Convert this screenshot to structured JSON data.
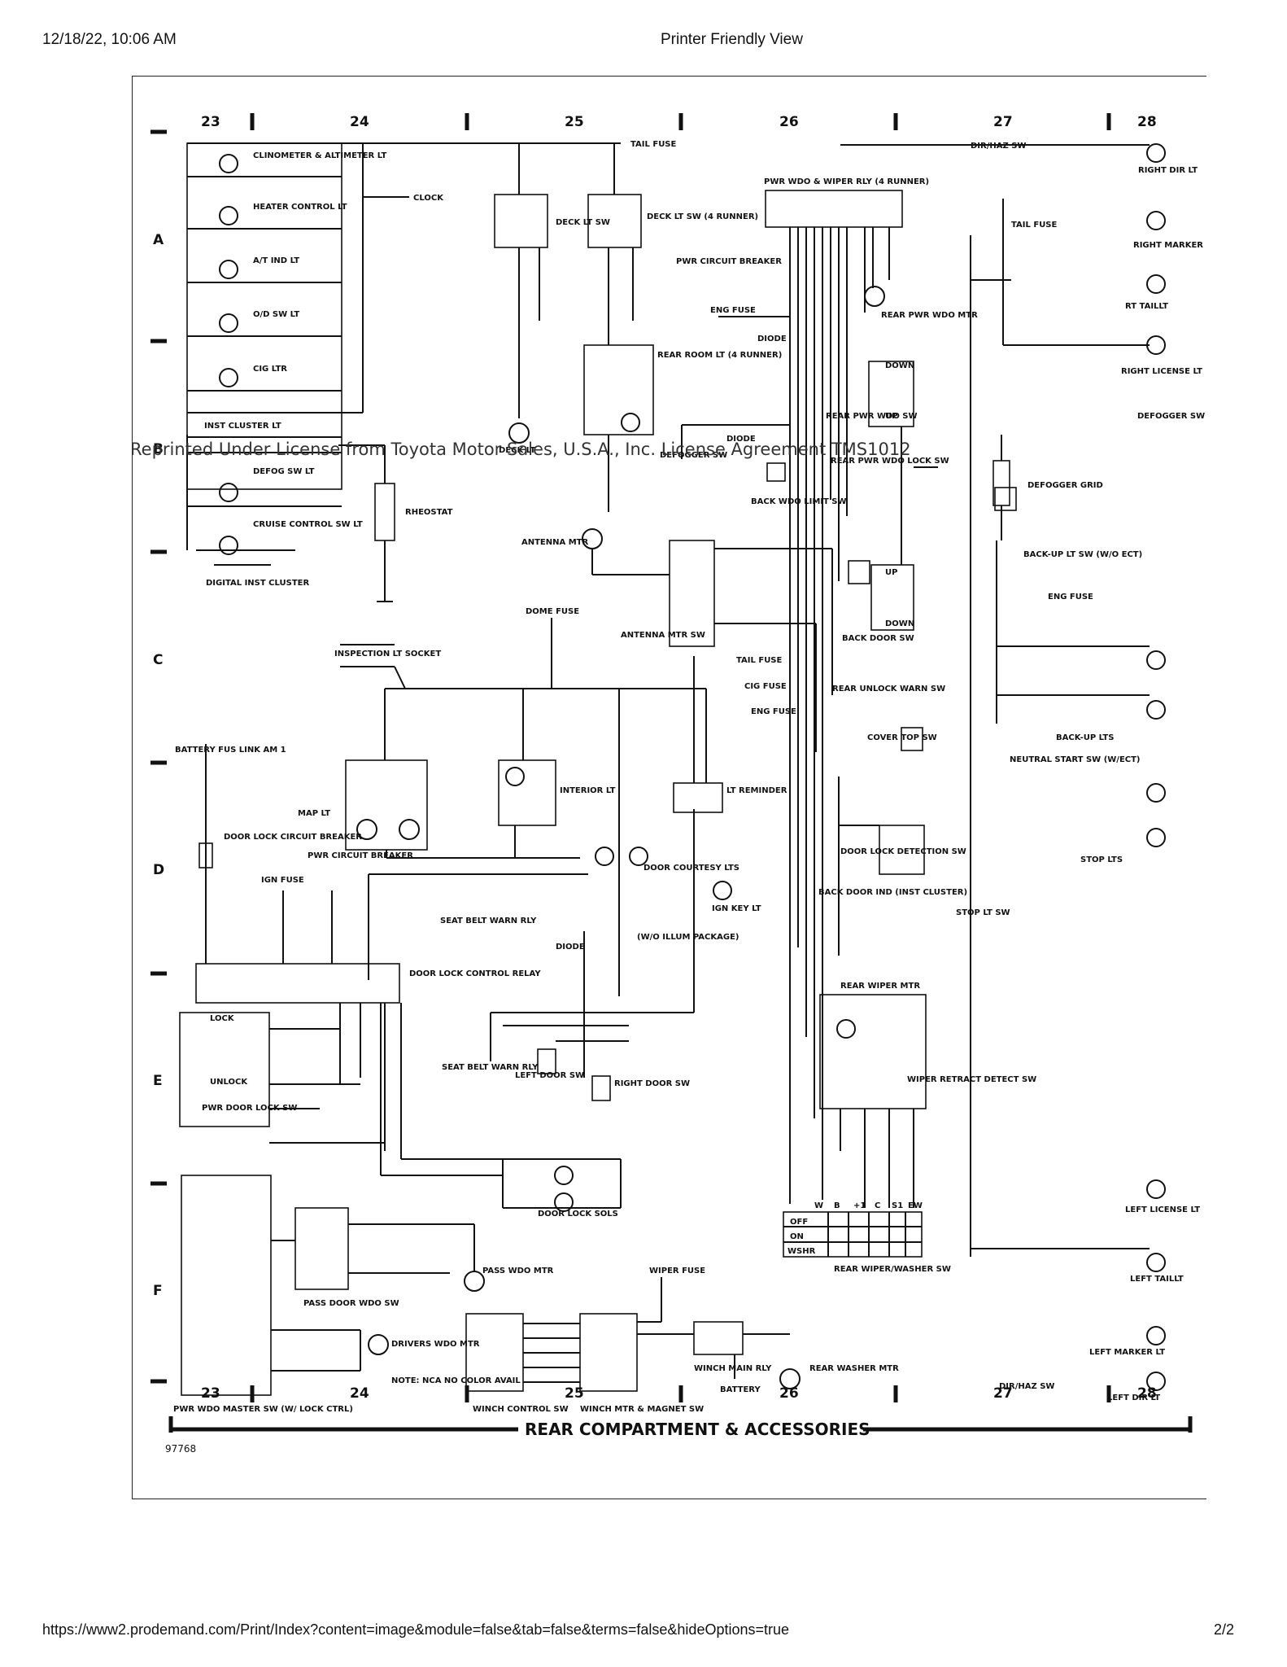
{
  "header": {
    "datetime": "12/18/22, 10:06 AM",
    "title": "Printer Friendly View"
  },
  "footer": {
    "url": "https://www2.prodemand.com/Print/Index?content=image&module=false&tab=false&terms=false&hideOptions=true",
    "page": "2/2"
  },
  "diagram": {
    "watermark": "Reprinted Under License from Toyota Motor Sales, U.S.A., Inc. License Agreement TMS1012",
    "title": "REAR COMPARTMENT & ACCESSORIES",
    "figure_number": "97768",
    "grid_columns": [
      "23",
      "24",
      "25",
      "26",
      "27",
      "28"
    ],
    "grid_rows": [
      "A",
      "B",
      "C",
      "D",
      "E",
      "F"
    ],
    "labels": {
      "tail_fuse": "TAIL FUSE",
      "clock": "CLOCK",
      "clinometer": "CLINOMETER & ALTIMETER LT",
      "heater_control": "HEATER CONTROL LT",
      "at_ind": "A/T IND LT",
      "od_sw": "O/D SW LT",
      "cig_ltr": "CIG LTR",
      "inst_cluster": "INST CLUSTER LT",
      "defog_sw": "DEFOG SW LT",
      "cruise_control": "CRUISE CONTROL SW LT",
      "digital_inst": "DIGITAL INST CLUSTER",
      "rheostat": "RHEOSTAT",
      "deck_lt_sw": "DECK LT SW",
      "deck_lt_sw_4r": "DECK LT SW (4 RUNNER)",
      "deck_lt": "DECK LT",
      "rear_room": "REAR ROOM LT (4 RUNNER)",
      "defogger_sw": "DEFOGGER SW",
      "diode": "DIODE",
      "pwr_wdo_relay": "PWR WDO & WIPER RLY (4 RUNNER)",
      "pwr_circuit_breaker": "PWR CIRCUIT BREAKER",
      "eng_fuse": "ENG FUSE",
      "rear_pwr_wdo_mtr": "REAR PWR WDO MTR",
      "rear_pwr_wdo_sw": "REAR PWR WDO SW",
      "rear_pwr_wdo_lock": "REAR PWR WDO LOCK SW",
      "back_wdo_limit": "BACK WDO LIMIT SW",
      "back_door_sw": "BACK DOOR SW",
      "dir_haz_sw": "DIR/HAZ SW",
      "right_dir": "RIGHT DIR LT",
      "tail_fuse_r": "TAIL FUSE",
      "right_marker": "RIGHT MARKER LT",
      "rt_taillt": "RT TAILLT",
      "right_license": "RIGHT LICENSE LT",
      "defogger_sw_rly": "DEFOGGER SW OR RLY",
      "defogger_grid": "DEFOGGER GRID",
      "backup_sw": "BACK-UP LT SW (W/O ECT)",
      "backup_lts": "BACK-UP LTS",
      "neutral_start": "NEUTRAL START SW (W/ECT)",
      "stop_lts": "STOP LTS",
      "stop_lt_sw": "STOP LT SW",
      "antenna_mtr": "ANTENNA MTR",
      "antenna_mtr_sw": "ANTENNA MTR SW",
      "dome_fuse": "DOME FUSE",
      "inspection_socket": "INSPECTION LT SOCKET",
      "cig_fuse": "CIG FUSE",
      "lt_reminder": "LT REMINDER",
      "battery_fus_link": "BATTERY FUS LINK AM 1",
      "map_lt": "MAP LT",
      "interior_lt": "INTERIOR LT",
      "door_courtesy": "DOOR COURTESY LTS",
      "ign_key_lt": "IGN KEY LT",
      "door_lock_cb": "DOOR LOCK CIRCUIT BREAKER",
      "pwr_circuit_breaker_2": "PWR CIRCUIT BREAKER",
      "ign_fuse": "IGN FUSE",
      "seat_belt_warn": "SEAT BELT WARN RLY",
      "wo_illum": "(W/O ILLUM PACKAGE)",
      "door_lock_relay": "DOOR LOCK CONTROL RELAY",
      "rear_unlock_warn": "REAR UNLOCK WARN SW",
      "cover_top": "COVER TOP SW",
      "door_lock_detection": "DOOR LOCK DETECTION SW",
      "back_door_ind": "BACK DOOR IND (INST CLUSTER)",
      "rear_wiper_mtr": "REAR WIPER MTR",
      "wiper_retract": "WIPER RETRACT DETECT SW",
      "pwr_door_lock_sw": "PWR DOOR LOCK SW",
      "lock": "LOCK",
      "unlock": "UNLOCK",
      "left_door": "LEFT DOOR SW",
      "right_door": "RIGHT DOOR SW",
      "seat_belt_warn_rly": "SEAT BELT WARN RLY",
      "door_lock_sols": "DOOR LOCK SOLS",
      "pass_wdo_mtr": "PASS WDO MTR",
      "pass_door_wdo_sw": "PASS DOOR WDO SW",
      "drivers_wdo_mtr": "DRIVERS WDO MTR",
      "pwr_wdo_master": "PWR WDO MASTER SW (W/ LOCK CTRL)",
      "note_nca": "NOTE: NCA NO COLOR AVAIL",
      "winch_control": "WINCH CONTROL SW",
      "winch_mtr": "WINCH MTR & MAGNET SW",
      "wiper_fuse": "WIPER FUSE",
      "winch_main": "WINCH MAIN RLY",
      "battery": "BATTERY",
      "rear_washer": "REAR WASHER MTR",
      "rear_wiper_washer_sw": "REAR WIPER/WASHER SW",
      "left_license": "LEFT LICENSE LT",
      "left_taillt": "LEFT TAILLT",
      "left_marker": "LEFT MARKER LT",
      "left_dir": "LEFT DIR LT",
      "up": "UP",
      "down": "DOWN"
    },
    "switch_table": {
      "headers": [
        "W",
        "B",
        "+1",
        "C",
        "S1",
        "EW"
      ],
      "rows": [
        "OFF",
        "ON",
        "WSHR"
      ]
    }
  }
}
